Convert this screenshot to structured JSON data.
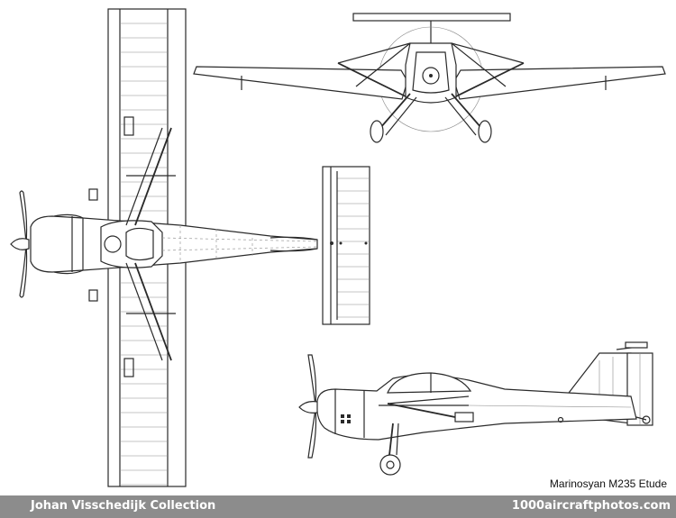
{
  "caption": "Marinosyan M235 Etude",
  "footer": {
    "left": "Johan Visschedijk Collection",
    "right": "1000aircraftphotos.com"
  },
  "colors": {
    "line": "#2a2a2a",
    "footer_band": "#8c8c8c",
    "footer_text": "#ffffff",
    "background": "#ffffff"
  }
}
